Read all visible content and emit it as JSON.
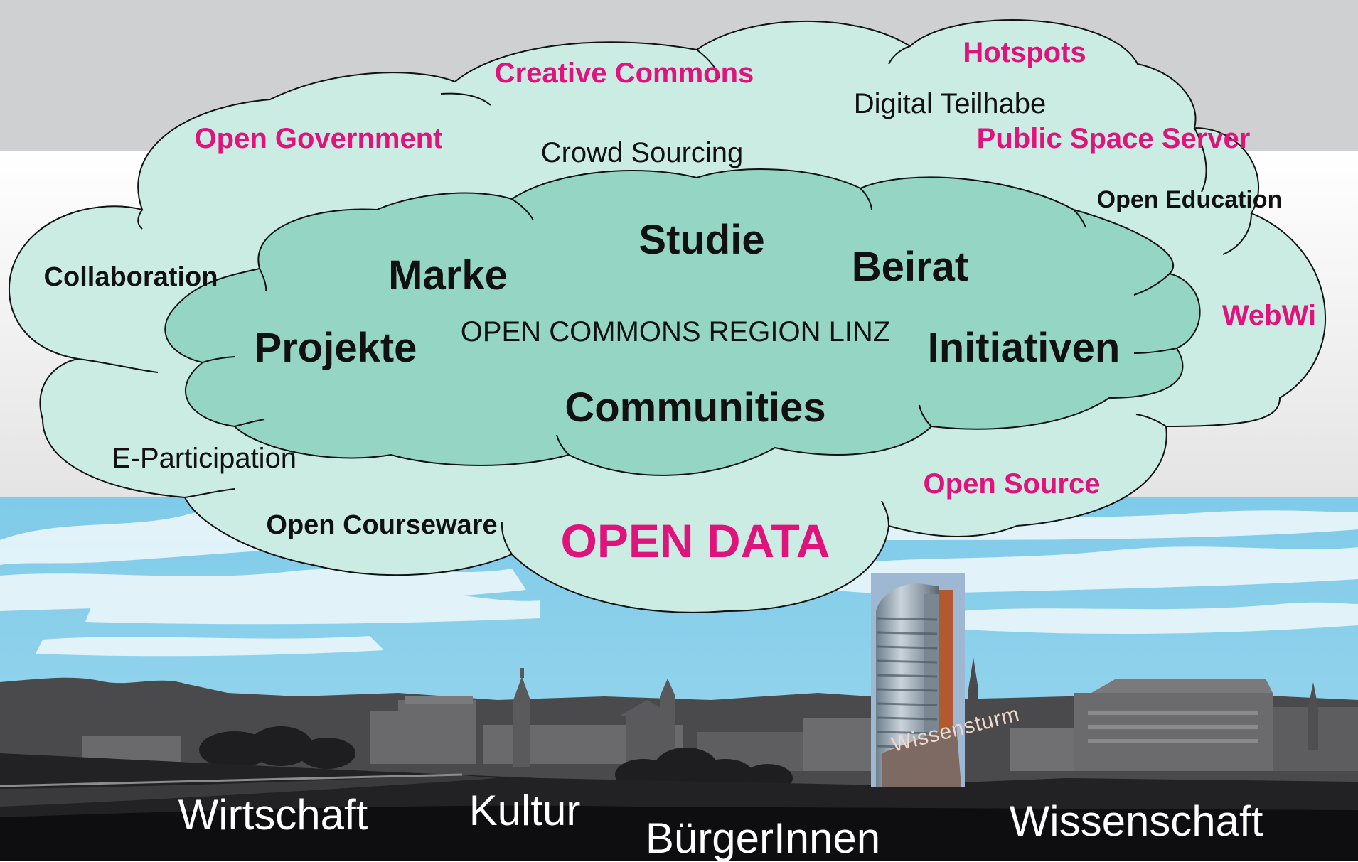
{
  "title": "OPEN COMMONS REGION LINZ",
  "colors": {
    "accent": "#e0127b",
    "outer_cloud": "#cbece3",
    "inner_cloud": "#94d6c3",
    "sky": "#86cde8",
    "top_band": "#cfd0d2"
  },
  "inner_cloud_words": [
    {
      "id": "studie",
      "text": "Studie"
    },
    {
      "id": "marke",
      "text": "Marke"
    },
    {
      "id": "beirat",
      "text": "Beirat"
    },
    {
      "id": "projekte",
      "text": "Projekte"
    },
    {
      "id": "initiativen",
      "text": "Initiativen"
    },
    {
      "id": "communities",
      "text": "Communities"
    }
  ],
  "outer_cloud_words": [
    {
      "id": "creative-commons",
      "text": "Creative Commons"
    },
    {
      "id": "hotspots",
      "text": "Hotspots"
    },
    {
      "id": "digital-teilhabe",
      "text": "Digital Teilhabe"
    },
    {
      "id": "open-government",
      "text": "Open Government"
    },
    {
      "id": "crowd-sourcing",
      "text": "Crowd Sourcing"
    },
    {
      "id": "public-space-server",
      "text": "Public Space Server"
    },
    {
      "id": "open-education",
      "text": "Open Education"
    },
    {
      "id": "collaboration",
      "text": "Collaboration"
    },
    {
      "id": "webwi",
      "text": "WebWi"
    },
    {
      "id": "e-participation",
      "text": "E-Participation"
    },
    {
      "id": "open-source",
      "text": "Open Source"
    },
    {
      "id": "open-courseware",
      "text": "Open Courseware"
    },
    {
      "id": "open-data",
      "text": "OPEN DATA"
    }
  ],
  "stakeholders": [
    {
      "id": "wirtschaft",
      "text": "Wirtschaft"
    },
    {
      "id": "kultur",
      "text": "Kultur"
    },
    {
      "id": "buergerinnen",
      "text": "BürgerInnen"
    },
    {
      "id": "wissenschaft",
      "text": "Wissenschaft"
    }
  ],
  "building_sign": "Wissensturm"
}
